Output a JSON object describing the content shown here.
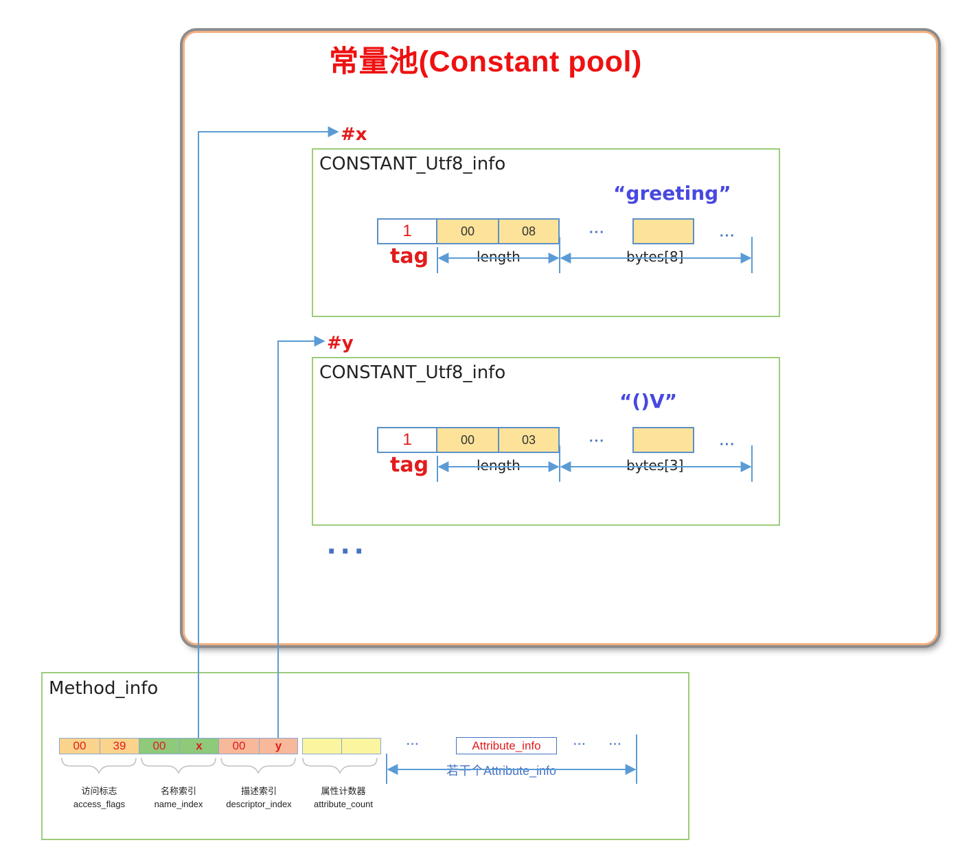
{
  "pool": {
    "title": "常量池(Constant pool)"
  },
  "refs": {
    "x": "#x",
    "y": "#y"
  },
  "entries": [
    {
      "type": "CONSTANT_Utf8_info",
      "string": "“greeting”",
      "tag_value": "1",
      "tag_label": "tag",
      "length_bytes": [
        "00",
        "08"
      ],
      "length_label": "length",
      "bytes_label": "bytes[8]"
    },
    {
      "type": "CONSTANT_Utf8_info",
      "string": "“()V”",
      "tag_value": "1",
      "tag_label": "tag",
      "length_bytes": [
        "00",
        "03"
      ],
      "length_label": "length",
      "bytes_label": "bytes[3]"
    }
  ],
  "ellipsis_small": "···",
  "ellipsis_large": "···",
  "method": {
    "title": "Method_info",
    "cells": [
      "00",
      "39",
      "00",
      "x",
      "00",
      "y",
      "",
      ""
    ],
    "fields": [
      {
        "zh": "访问标志",
        "en": "access_flags"
      },
      {
        "zh": "名称索引",
        "en": "name_index"
      },
      {
        "zh": "描述索引",
        "en": "descriptor_index"
      },
      {
        "zh": "属性计数器",
        "en": "attribute_count"
      }
    ],
    "attribute_box": "Attribute_info",
    "attributes_label": "若干个Attribute_info"
  },
  "colors": {
    "pool_border": "#f4b183",
    "entry_border": "#9ccc7a",
    "arrow": "#5b9bd5",
    "title_red": "#ee1111",
    "string_blue": "#4848e0",
    "byte_fill": "#fde39a",
    "access_fill": "#fcd38d",
    "name_fill": "#8fc97a",
    "desc_fill": "#f7b99a",
    "count_fill": "#fcf5a0"
  }
}
